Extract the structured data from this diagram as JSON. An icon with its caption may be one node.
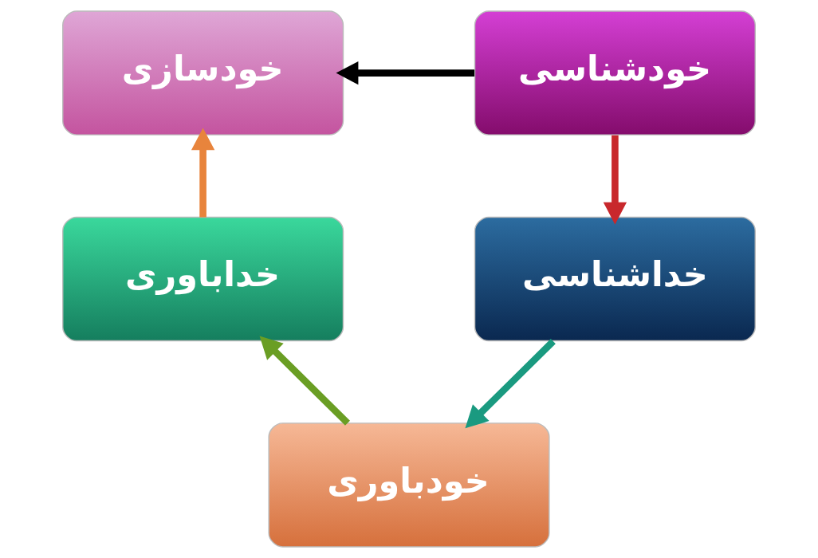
{
  "diagram": {
    "nodes": [
      {
        "text": [
          "خودشناسی"
        ]
      },
      {
        "text": [
          "خودسازی"
        ]
      },
      {
        "text": [
          "خداشناسی"
        ]
      },
      {
        "text": [
          "خداباوری"
        ]
      },
      {
        "text": [
          "خودباوری"
        ]
      }
    ],
    "edges": [
      {
        "from": 0,
        "to": 2,
        "arrow": "to",
        "color": "#c8282c"
      },
      {
        "from": 2,
        "to": 4,
        "arrow": "to",
        "color": "#1a9a80"
      },
      {
        "from": 4,
        "to": 3,
        "arrow": "to",
        "color": "#6a9e24"
      },
      {
        "from": 3,
        "to": 1,
        "arrow": "to",
        "color": "#e8843c"
      },
      {
        "from": 0,
        "to": 1,
        "arrow": "to",
        "color": "#000000"
      }
    ]
  }
}
